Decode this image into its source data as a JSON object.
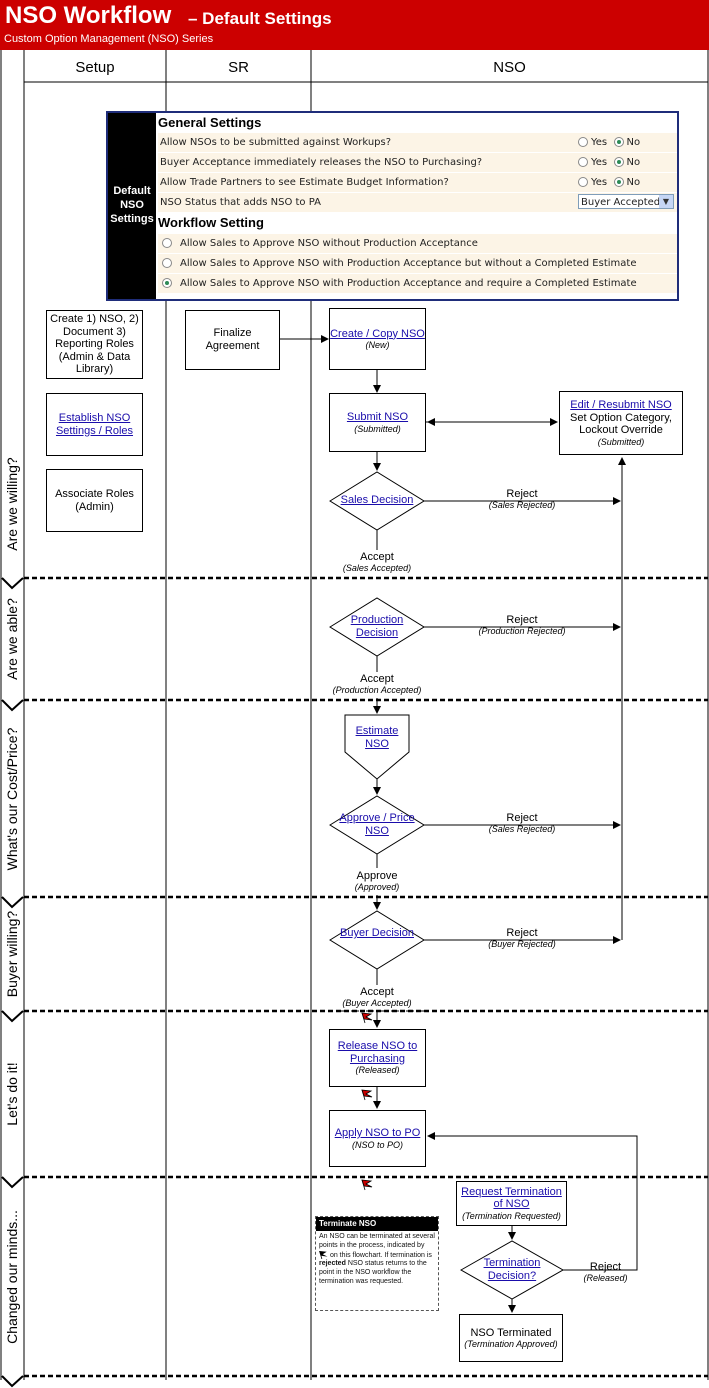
{
  "header": {
    "title": "NSO Workflow",
    "title_suffix": "– Default Settings",
    "subtitle": "Custom Option Management (NSO) Series"
  },
  "lanes": [
    "Setup",
    "SR",
    "NSO"
  ],
  "phases": [
    "Are we willing?",
    "Are we able?",
    "What's our Cost/Price?",
    "Buyer willing?",
    "Let's do it!",
    "Changed our minds..."
  ],
  "settings_panel": {
    "label": "Default NSO Settings",
    "general_title": "General Settings",
    "general_rows": [
      {
        "question": "Allow NSOs to be submitted against Workups?",
        "yes": "Yes",
        "no": "No",
        "selected": "No"
      },
      {
        "question": "Buyer Acceptance immediately releases the NSO to Purchasing?",
        "yes": "Yes",
        "no": "No",
        "selected": "No"
      },
      {
        "question": "Allow Trade Partners to see Estimate Budget Information?",
        "yes": "Yes",
        "no": "No",
        "selected": "No"
      }
    ],
    "status_question": "NSO Status that adds NSO to PA",
    "status_value": "Buyer Accepted",
    "workflow_title": "Workflow Setting",
    "workflow_options": [
      {
        "label": "Allow Sales to Approve NSO without Production Acceptance",
        "selected": false
      },
      {
        "label": "Allow Sales to Approve NSO with Production Acceptance but without a Completed Estimate",
        "selected": false
      },
      {
        "label": "Allow Sales to Approve NSO with Production Acceptance and require a Completed Estimate",
        "selected": true
      }
    ]
  },
  "setup": {
    "create_roles": "Create 1) NSO, 2) Document 3) Reporting Roles (Admin & Data Library)",
    "establish": "Establish NSO Settings / Roles",
    "associate": "Associate Roles (Admin)"
  },
  "sr": {
    "finalize": "Finalize Agreement"
  },
  "nso": {
    "create_copy": {
      "link": "Create / Copy NSO",
      "status": "(New)"
    },
    "submit": {
      "link": "Submit NSO",
      "status": "(Submitted)"
    },
    "edit_resubmit": {
      "link": "Edit / Resubmit NSO",
      "text": "Set Option Category, Lockout Override",
      "status": "(Submitted)"
    },
    "sales_decision": {
      "link": "Sales Decision",
      "accept": "Accept",
      "accept_status": "(Sales Accepted)",
      "reject": "Reject",
      "reject_status": "(Sales Rejected)"
    },
    "production_decision": {
      "link": "Production Decision",
      "accept": "Accept",
      "accept_status": "(Production Accepted)",
      "reject": "Reject",
      "reject_status": "(Production Rejected)"
    },
    "estimate": {
      "link": "Estimate NSO"
    },
    "approve_price": {
      "link": "Approve / Price NSO",
      "accept": "Approve",
      "accept_status": "(Approved)",
      "reject": "Reject",
      "reject_status": "(Sales Rejected)"
    },
    "buyer_decision": {
      "link": "Buyer Decision",
      "accept": "Accept",
      "accept_status": "(Buyer Accepted)",
      "reject": "Reject",
      "reject_status": "(Buyer Rejected)"
    },
    "release": {
      "link": "Release NSO to Purchasing",
      "status": "(Released)"
    },
    "apply": {
      "link": "Apply NSO to PO",
      "status": "(NSO to PO)"
    },
    "request_termination": {
      "link": "Request Termination of NSO",
      "status": "(Termination Requested)"
    },
    "termination_decision": {
      "link": "Termination Decision?",
      "reject": "Reject",
      "reject_status": "(Released)"
    },
    "terminated": {
      "text": "NSO Terminated",
      "status": "(Termination Approved)"
    }
  },
  "terminate_note": {
    "title": "Terminate NSO",
    "text_1": "An NSO can be terminated at several points in the process, indicated by",
    "text_2": "on this flowchart. If termination is",
    "bold": "rejected",
    "text_3": "NSO status returns to the point in the NSO workflow the termination was requested."
  },
  "colors": {
    "header": "#cc0000",
    "link": "#1a0dab",
    "panel_border": "#1f2d7a",
    "flag": "#cc0000"
  }
}
